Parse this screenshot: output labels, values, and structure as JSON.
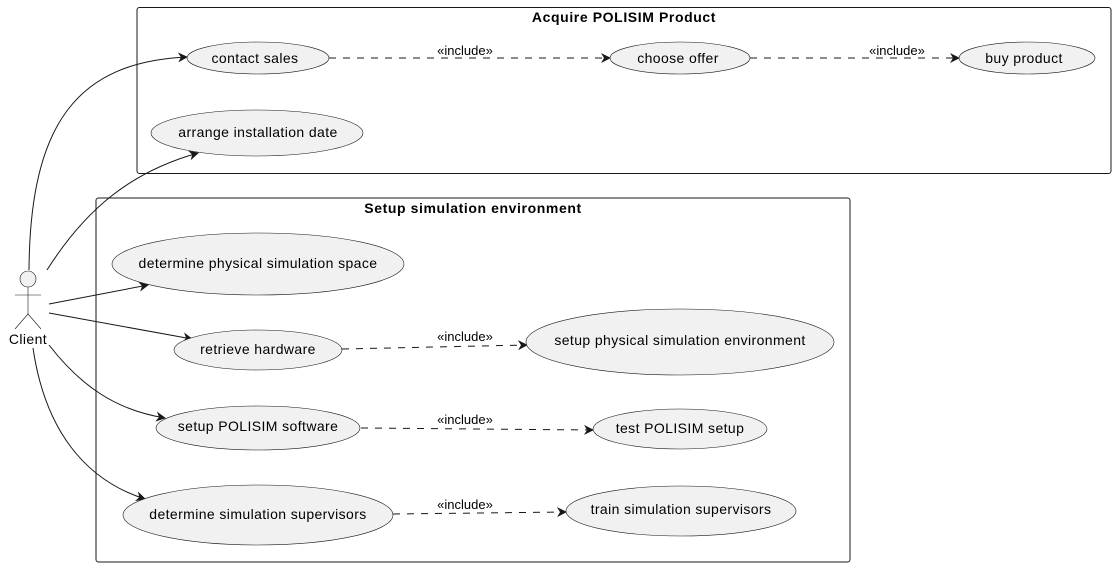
{
  "packages": {
    "acquire": {
      "title": "Acquire POLISIM Product"
    },
    "setup": {
      "title": "Setup simulation environment"
    }
  },
  "actor": {
    "name": "Client"
  },
  "use_cases": {
    "contact_sales": "contact sales",
    "choose_offer": "choose offer",
    "buy_product": "buy product",
    "arrange_installation": "arrange installation date",
    "determine_space": "determine physical simulation space",
    "retrieve_hardware": "retrieve hardware",
    "setup_physical_env": "setup physical simulation environment",
    "setup_software": "setup POLISIM software",
    "test_setup": "test POLISIM setup",
    "determine_supervisors": "determine simulation supervisors",
    "train_supervisors": "train simulation supervisors"
  },
  "relations": {
    "include_label": "«include»"
  },
  "colors": {
    "line": "#181818",
    "usecase_fill": "#f1f1f1",
    "background": "#ffffff"
  }
}
